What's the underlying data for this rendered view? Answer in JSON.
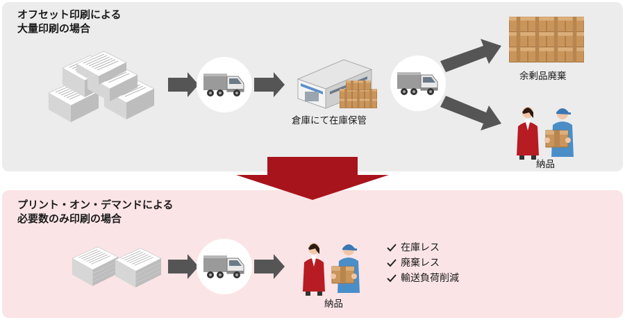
{
  "top_section": {
    "heading_line1": "オフセット印刷による",
    "heading_line2": "大量印刷の場合",
    "warehouse_label": "倉庫にて在庫保管",
    "disposal_label": "余剰品廃棄",
    "delivery_label": "納品"
  },
  "bottom_section": {
    "heading_line1": "プリント・オン・デマンドによる",
    "heading_line2": "必要数のみ印刷の場合",
    "delivery_label": "納品",
    "benefits": [
      "在庫レス",
      "廃棄レス",
      "輸送負荷削減"
    ]
  },
  "colors": {
    "top_panel": "#ececec",
    "bottom_panel": "#fbe4e6",
    "arrow_gray": "#555555",
    "transition_arrow": "#a8141b"
  }
}
